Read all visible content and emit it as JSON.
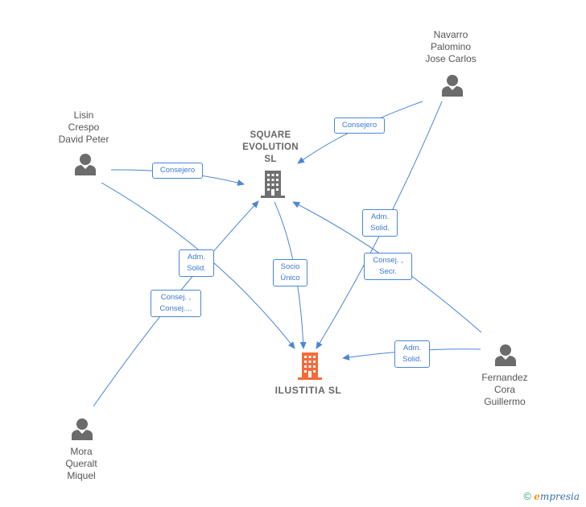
{
  "colors": {
    "edge": "#4a86d8",
    "person_icon": "#6b6b6b",
    "company_icon": "#707070",
    "main_company_icon": "#f26b3a"
  },
  "nodes": {
    "navarro": "Navarro\nPalomino\nJose Carlos",
    "lisin": "Lisin\nCrespo\nDavid Peter",
    "square": "SQUARE\nEVOLUTION\nSL",
    "ilustitia": "ILUSTITIA  SL",
    "fernandez": "Fernandez\nCora\nGuillermo",
    "mora": "Mora\nQueralt\nMiquel"
  },
  "edges": {
    "navarro_square": "Consejero",
    "lisin_square": "Consejero",
    "navarro_ilustitia": "Adm.\nSolid.",
    "lisin_ilustitia": "Adm.\nSolid.",
    "mora_square": "Consej. ,\nConsej....",
    "square_ilustitia": "Socio\nÚnico",
    "fernandez_square": "Consej. ,\nSecr.",
    "fernandez_ilustitia": "Adm.\nSolid."
  },
  "footer": {
    "copyright_symbol": "©",
    "brand_initial": "e",
    "brand_rest": "mpresia"
  }
}
